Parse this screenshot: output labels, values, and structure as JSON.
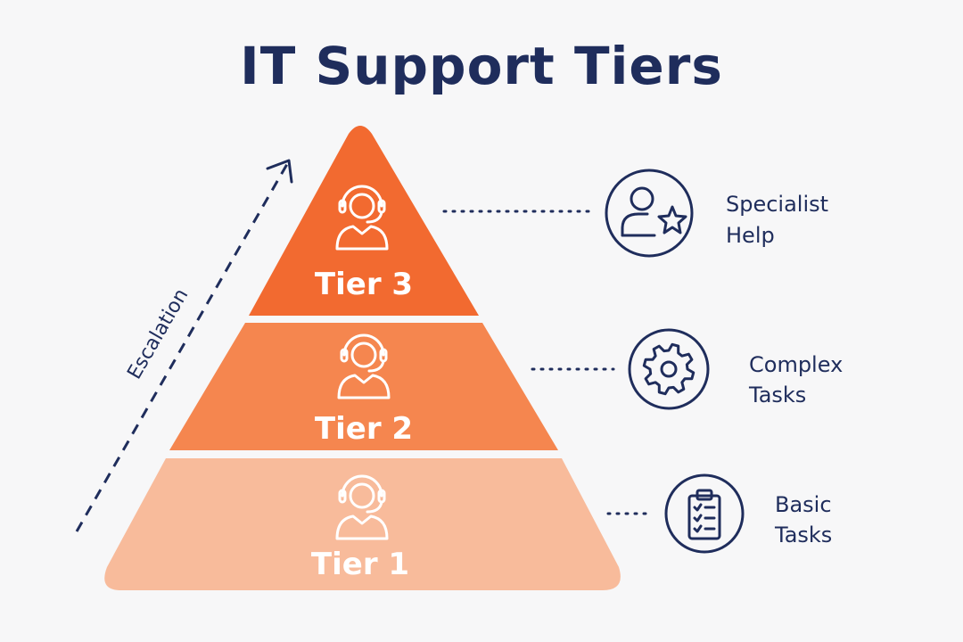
{
  "title": "IT Support Tiers",
  "escalation_label": "Escalation",
  "colors": {
    "navy": "#1f2d5c",
    "tier3": "#f26a30",
    "tier2": "#f5864f",
    "tier1": "#f8bb9b",
    "background": "#f7f7f8"
  },
  "tiers": [
    {
      "label": "Tier 3",
      "icon": "headset-agent-icon",
      "category_icon": "user-star-icon",
      "category_line1": "Specialist",
      "category_line2": "Help"
    },
    {
      "label": "Tier 2",
      "icon": "headset-agent-icon",
      "category_icon": "gear-icon",
      "category_line1": "Complex",
      "category_line2": "Tasks"
    },
    {
      "label": "Tier 1",
      "icon": "headset-agent-icon",
      "category_icon": "clipboard-checklist-icon",
      "category_line1": "Basic",
      "category_line2": "Tasks"
    }
  ]
}
